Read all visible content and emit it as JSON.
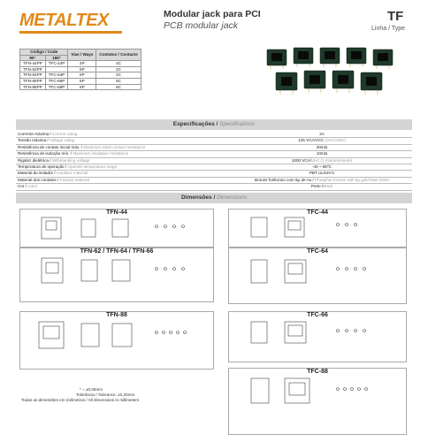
{
  "header": {
    "logo": "METALTEX",
    "title_pt": "Modular jack para PCI",
    "title_en": "PCB modular jack",
    "code": "TF",
    "linha": "Linha / Type"
  },
  "code_table": {
    "header1": [
      "Código / Code",
      "",
      "Vias / Ways",
      "Contatos / Contacts"
    ],
    "header2": [
      "90°",
      "180°",
      "",
      ""
    ],
    "rows": [
      [
        "TFN-44PP",
        "TFC-44P",
        "4P",
        "4C"
      ],
      [
        "TFN-62PP",
        "",
        "6P",
        "2C"
      ],
      [
        "TFN-64PP",
        "TFC-64P",
        "6P",
        "4C"
      ],
      [
        "TFN-66PP",
        "TFC-66P",
        "6P",
        "6C"
      ],
      [
        "TFN-88PP",
        "TFC-88P",
        "8P",
        "8C"
      ]
    ]
  },
  "specs": {
    "title": "Especificações",
    "title_en": "Specifications",
    "rows": [
      {
        "label": "Corrente máxima",
        "label_en": "Current rating",
        "value": "2A",
        "value_en": ""
      },
      {
        "label": "Tensão máxima",
        "label_en": "Voltage rating",
        "value": "125 VCA/VCC",
        "value_en": "(VAC/VDC)"
      },
      {
        "label": "Resistência de contato inicial máx.",
        "label_en": "Maximum initial contact resistance",
        "value": "20mΩ",
        "value_en": ""
      },
      {
        "label": "Resistência de isolação mín.",
        "label_en": "Maximum insulation resistance",
        "value": "10mΩ",
        "value_en": ""
      },
      {
        "label": "Rigidez dielétrica",
        "label_en": "Withstanding voltage",
        "value": "1000 VCA/",
        "value_en": "VAC (1 minuto/minute)"
      },
      {
        "label": "Temperatura de operação",
        "label_en": "Operate temperature range",
        "value": "-40 ~ 85ºC",
        "value_en": ""
      },
      {
        "label": "Material do isolador",
        "label_en": "Insulator material",
        "value": "PBT UL94V-0",
        "value_en": ""
      },
      {
        "label": "Material dos contatos",
        "label_en": "Contact material",
        "value": "Bronze fosforoso com 6µ de Au /",
        "value_en": "Phosphor bronze with 6µ gold flash finish"
      },
      {
        "label": "Cor",
        "label_en": "Color",
        "value": "Preto /",
        "value_en": "Black"
      }
    ]
  },
  "dimensions": {
    "title": "Dimensões",
    "title_en": "Dimensions",
    "boxes": [
      "TFN-44",
      "TFC-44",
      "TFN-62 / TFN-64 / TFN-66",
      "TFC-64",
      "TFN-88",
      "TFC-66",
      "TFC-88"
    ],
    "notes": [
      "* = ±0,05mm",
      "Tolerância / Tolerance: ±0,20mm",
      "Todas as dimensões em milímetros / All dimensions in millimeters"
    ]
  },
  "colors": {
    "brand": "#e08a1a",
    "bar": "#d4d4d4"
  }
}
